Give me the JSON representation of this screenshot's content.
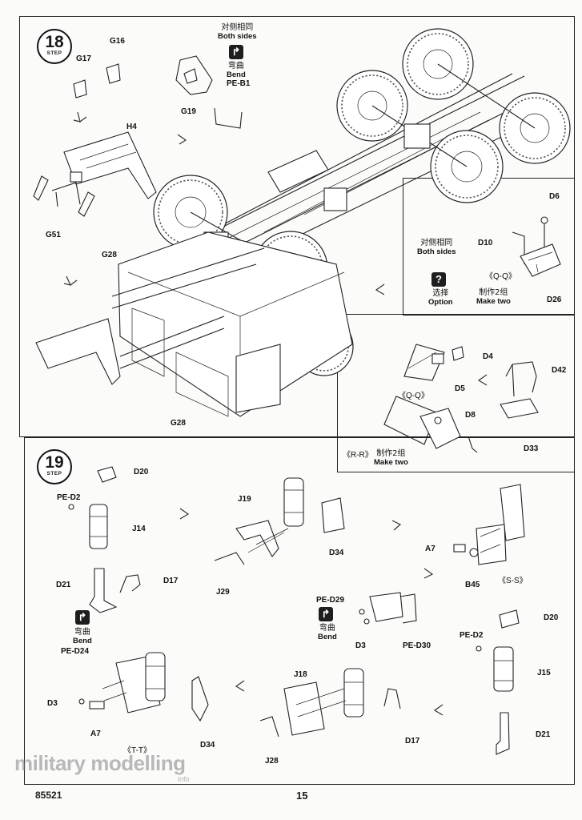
{
  "steps": {
    "step18": {
      "number": "18",
      "word": "STEP"
    },
    "step19": {
      "number": "19",
      "word": "STEP"
    }
  },
  "step18": {
    "both_sides_cn": "对侧相同",
    "both_sides_en": "Both sides",
    "bend_cn": "弯曲",
    "bend_en": "Bend",
    "bend_part": "PE-B1",
    "parts": {
      "g16": "G16",
      "g17": "G17",
      "g19": "G19",
      "h4": "H4",
      "g51": "G51",
      "g28_top": "G28",
      "g28_bottom": "G28"
    }
  },
  "inset_qq": {
    "both_sides_cn": "对侧相同",
    "both_sides_en": "Both sides",
    "option_cn": "选择",
    "option_en": "Option",
    "option_icon": "?",
    "make_two_cn": "制作2组",
    "make_two_en": "Make two",
    "view_label": "《Q-Q》",
    "parts": {
      "d6": "D6",
      "d10": "D10",
      "d26": "D26"
    }
  },
  "inset_rr": {
    "view_q": "《Q-Q》",
    "view_r": "《R-R》",
    "make_two_cn": "制作2组",
    "make_two_en": "Make two",
    "parts": {
      "d4": "D4",
      "d5": "D5",
      "d8": "D8",
      "d42": "D42",
      "d33": "D33"
    }
  },
  "step19": {
    "bend1_cn": "弯曲",
    "bend1_en": "Bend",
    "bend1_part": "PE-D24",
    "bend2_part": "PE-D29",
    "bend2_cn": "弯曲",
    "bend2_en": "Bend",
    "view_ss": "《S-S》",
    "view_tt": "《T-T》",
    "parts": {
      "d20_left": "D20",
      "pe_d2_left": "PE-D2",
      "j14": "J14",
      "d21_left": "D21",
      "d17_left": "D17",
      "j19": "J19",
      "j29": "J29",
      "d34_top": "D34",
      "a7_right": "A7",
      "b45": "B45",
      "d3_mid": "D3",
      "pe_d30": "PE-D30",
      "d20_right": "D20",
      "pe_d2_right": "PE-D2",
      "j15": "J15",
      "d21_right": "D21",
      "d3_left": "D3",
      "a7_left": "A7",
      "d34_bottom": "D34",
      "j18": "J18",
      "j28": "J28",
      "d17_bottom": "D17"
    }
  },
  "footer": {
    "catalog": "85521",
    "page": "15"
  },
  "watermark": {
    "text": "military modelling",
    "suffix": "info"
  }
}
